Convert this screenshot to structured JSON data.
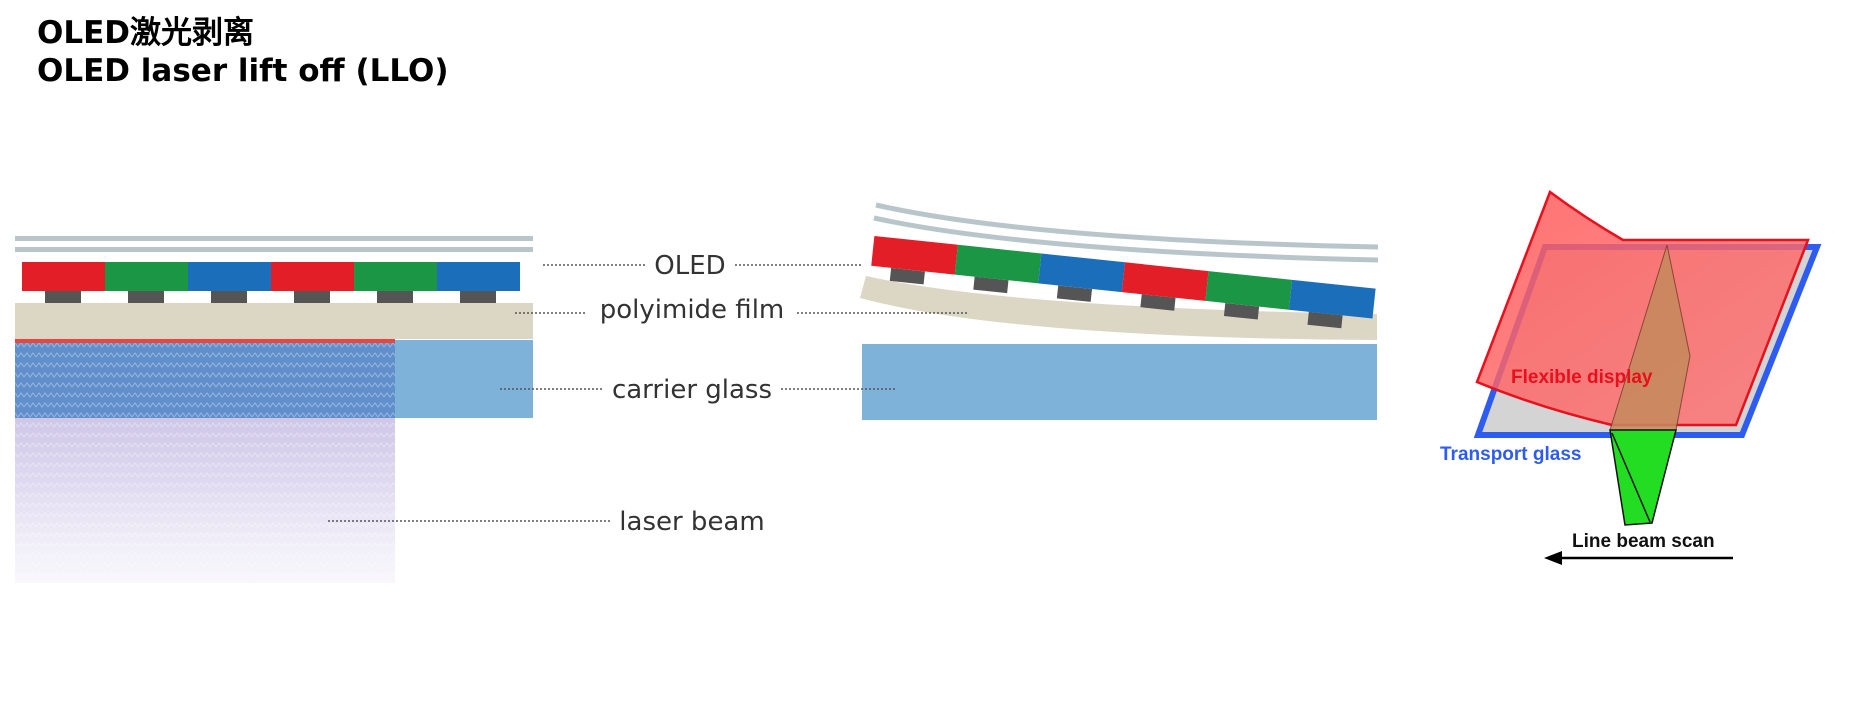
{
  "title": {
    "line1": "OLED激光剥离",
    "line2": "OLED laser lift off (LLO)"
  },
  "labels": {
    "oled": "OLED",
    "polyimide_film": "polyimide film",
    "carrier_glass": "carrier glass",
    "laser_beam": "laser beam"
  },
  "right_diagram": {
    "flexible_display": "Flexible display",
    "transport_glass": "Transport glass",
    "line_beam_scan": "Line beam scan"
  },
  "colors": {
    "pixel_red": "#e41e26",
    "pixel_green": "#1a9645",
    "pixel_blue": "#1b6fba",
    "tft_dark": "#555555",
    "cover_layer": "#b8c6cc",
    "polyimide": "#dcd6c4",
    "carrier_glass": "#7fb2d8",
    "laser_beam": "#b7a9d8",
    "flexible_display": "#ff6b6b",
    "transport_glass": "#2f5cf0",
    "line_beam": "#22dd22"
  }
}
